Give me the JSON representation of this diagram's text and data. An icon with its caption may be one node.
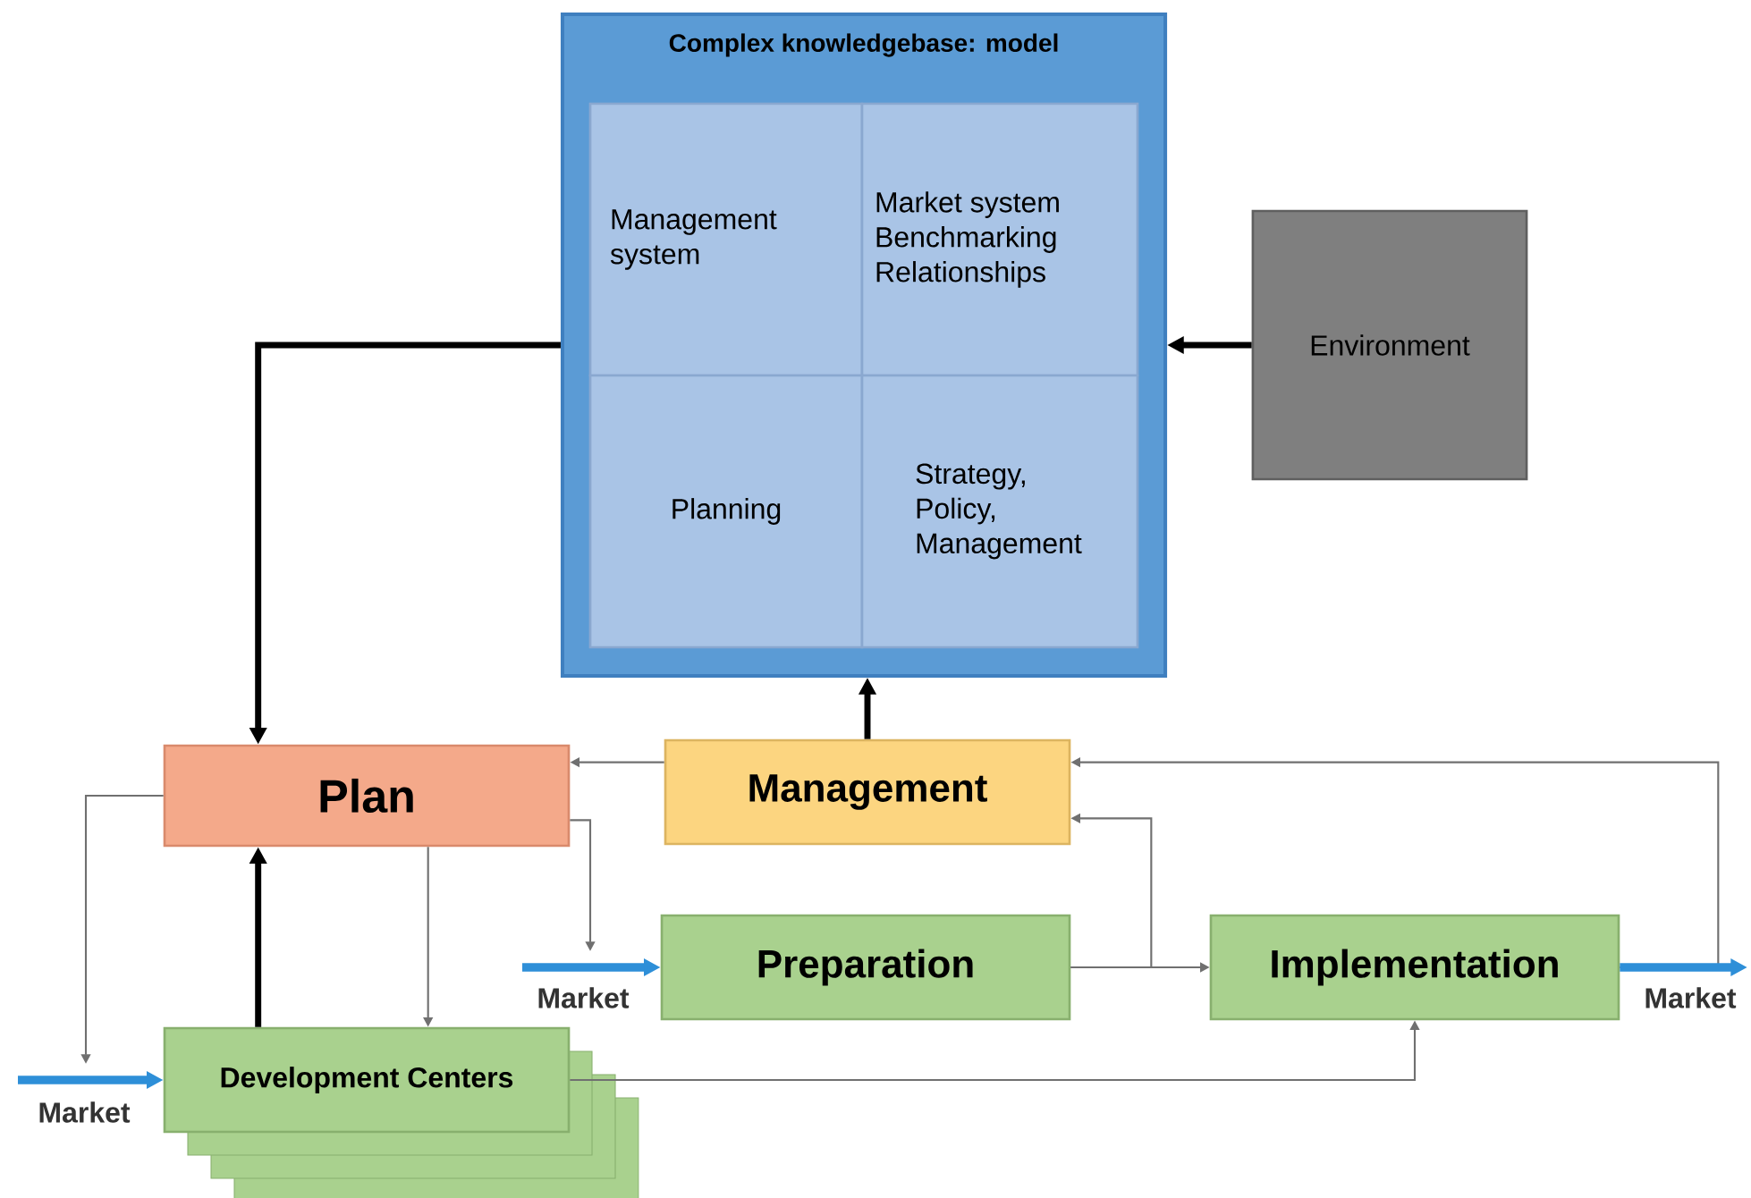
{
  "diagram": {
    "nodes": [
      {
        "text": [
          "Complex knowledgebase: model"
        ]
      },
      {
        "text": [
          "Management system"
        ],
        "in": 0
      },
      {
        "text": [
          "Market system Benchmarking Relationships"
        ],
        "in": 0
      },
      {
        "text": [
          "Planning"
        ],
        "in": 0
      },
      {
        "text": [
          "Strategy, Policy, Management"
        ],
        "in": 0
      },
      {
        "text": [
          "Environment"
        ]
      },
      {
        "text": [
          "Plan"
        ]
      },
      {
        "text": [
          "Management"
        ]
      },
      {
        "text": [
          "Preparation"
        ]
      },
      {
        "text": [
          "Implementation"
        ]
      },
      {
        "text": [
          "Development Centers"
        ]
      }
    ],
    "edges": [
      {
        "from": 0,
        "to": 6,
        "arrow": "to",
        "style": "thick",
        "color": "#000000"
      },
      {
        "from": 5,
        "to": 0,
        "arrow": "to",
        "style": "thick",
        "color": "#000000"
      },
      {
        "from": 7,
        "to": 0,
        "arrow": "to",
        "style": "thick",
        "color": "#000000"
      },
      {
        "from": 7,
        "to": 6,
        "arrow": "to"
      },
      {
        "from": 6,
        "to": null,
        "arrow": "to"
      },
      {
        "from": 6,
        "to": null,
        "arrow": "to"
      },
      {
        "from": 6,
        "to": 10,
        "arrow": "to"
      },
      {
        "from": 10,
        "to": 6,
        "arrow": "to",
        "style": "thick",
        "color": "#000000"
      },
      {
        "from": 8,
        "to": 9,
        "arrow": "to"
      },
      {
        "from": 8,
        "to": 7,
        "arrow": "to"
      },
      {
        "from": 9,
        "to": 7,
        "arrow": "to"
      },
      {
        "from": 10,
        "to": 9,
        "arrow": "to"
      },
      {
        "from": null,
        "to": 10,
        "arrow": "to",
        "label": "Market",
        "style": "thick",
        "color": "#2e8fd8"
      },
      {
        "from": null,
        "to": 8,
        "arrow": "to",
        "label": "Market",
        "style": "thick",
        "color": "#2e8fd8"
      },
      {
        "from": 9,
        "to": null,
        "arrow": "to",
        "label": "Market",
        "style": "thick",
        "color": "#2e8fd8"
      }
    ]
  }
}
